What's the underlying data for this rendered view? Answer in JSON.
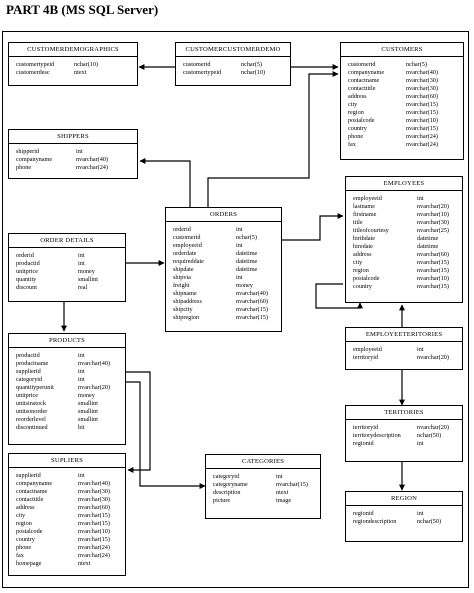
{
  "title": "PART 4B (MS SQL Server)",
  "tables": [
    {
      "key": "customerdemographics",
      "title": "CUSTOMERDEMOGRAPHICS",
      "fields": [
        [
          "customertypeid",
          "nchar(10)"
        ],
        [
          "customerdesc",
          "ntext"
        ]
      ]
    },
    {
      "key": "customercustomerdemo",
      "title": "CUSTOMERCUSTOMERDEMO",
      "fields": [
        [
          "customerid",
          "nchar(5)"
        ],
        [
          "customertypeid",
          "nchar(10)"
        ]
      ]
    },
    {
      "key": "customers",
      "title": "CUSTOMERS",
      "fields": [
        [
          "customerid",
          "nchar(5)"
        ],
        [
          "companyname",
          "nvarchar(40)"
        ],
        [
          "contactname",
          "nvarchar(30)"
        ],
        [
          "contacttitle",
          "nvarchar(30)"
        ],
        [
          "address",
          "nvarchar(60)"
        ],
        [
          "city",
          "nvarchar(15)"
        ],
        [
          "region",
          "nvarchar(15)"
        ],
        [
          "postalcode",
          "nvarchar(10)"
        ],
        [
          "country",
          "nvarchar(15)"
        ],
        [
          "phone",
          "nvarchar(24)"
        ],
        [
          "fax",
          "nvarchar(24)"
        ]
      ]
    },
    {
      "key": "shippers",
      "title": "SHIPPERS",
      "fields": [
        [
          "shipperid",
          "int"
        ],
        [
          "companyname",
          "nvarchar(40)"
        ],
        [
          "phone",
          "nvarchar(24)"
        ]
      ]
    },
    {
      "key": "employees",
      "title": "EMPLOYEES",
      "fields": [
        [
          "employeeid",
          "int"
        ],
        [
          "lastname",
          "nvarchar(20)"
        ],
        [
          "firstname",
          "nvarchar(10)"
        ],
        [
          "title",
          "nvarchar(30)"
        ],
        [
          "titleofcourtesy",
          "nvarchar(25)"
        ],
        [
          "birthdate",
          "datetime"
        ],
        [
          "hiredate",
          "datetime"
        ],
        [
          "address",
          "nvarchar(60)"
        ],
        [
          "city",
          "nvarchar(15)"
        ],
        [
          "region",
          "nvarchar(15)"
        ],
        [
          "postalcode",
          "nvarchar(10)"
        ],
        [
          "country",
          "nvarchar(15)"
        ]
      ]
    },
    {
      "key": "orders",
      "title": "ORDERS",
      "fields": [
        [
          "orderid",
          "int"
        ],
        [
          "customerid",
          "nchar(5)"
        ],
        [
          "employeeid",
          "int"
        ],
        [
          "orderdate",
          "datetime"
        ],
        [
          "requireddate",
          "datetime"
        ],
        [
          "shipdate",
          "datetime"
        ],
        [
          "shipvia",
          "int"
        ],
        [
          "freight",
          "money"
        ],
        [
          "shipname",
          "nvarchar(40)"
        ],
        [
          "shipaddress",
          "nvarchar(60)"
        ],
        [
          "shipcity",
          "nvarchar(15)"
        ],
        [
          "shipregion",
          "nvarchar(15)"
        ]
      ]
    },
    {
      "key": "orderdetails",
      "title": "ORDER DETAILS",
      "fields": [
        [
          "orderid",
          "int"
        ],
        [
          "productid",
          "int"
        ],
        [
          "unitprice",
          "money"
        ],
        [
          "quantity",
          "smallint"
        ],
        [
          "discount",
          "real"
        ]
      ]
    },
    {
      "key": "employeeterritories",
      "title": "EMPLOYEETERITORIES",
      "fields": [
        [
          "employeeid",
          "int"
        ],
        [
          "territoryid",
          "nvarchar(20)"
        ]
      ]
    },
    {
      "key": "products",
      "title": "PRODUCTS",
      "fields": [
        [
          "productid",
          "int"
        ],
        [
          "productname",
          "nvarchar(40)"
        ],
        [
          "supplierid",
          "int"
        ],
        [
          "categoryid",
          "int"
        ],
        [
          "quantityperunit",
          "nvarchar(20)"
        ],
        [
          "unitprice",
          "money"
        ],
        [
          "unitsinstock",
          "smallint"
        ],
        [
          "unitsonorder",
          "smallint"
        ],
        [
          "reorderlevel",
          "smallint"
        ],
        [
          "discontinued",
          "bit"
        ]
      ]
    },
    {
      "key": "territories",
      "title": "TERITORIES",
      "fields": [
        [
          "territoryid",
          "nvarchar(20)"
        ],
        [
          "territorydescription",
          "nchar(50)"
        ],
        [
          "regionid",
          "int"
        ]
      ]
    },
    {
      "key": "supliers",
      "title": "SUPLIERS",
      "fields": [
        [
          "supplierid",
          "int"
        ],
        [
          "companyname",
          "nvarchar(40)"
        ],
        [
          "contactname",
          "nvarchar(30)"
        ],
        [
          "contacttitle",
          "nvarchar(30)"
        ],
        [
          "address",
          "nvarchar(60)"
        ],
        [
          "city",
          "nvarchar(15)"
        ],
        [
          "region",
          "nvarchar(15)"
        ],
        [
          "postalcode",
          "nvarchar(10)"
        ],
        [
          "country",
          "nvarchar(15)"
        ],
        [
          "phone",
          "nvarchar(24)"
        ],
        [
          "fax",
          "nvarchar(24)"
        ],
        [
          "homepage",
          "ntext"
        ]
      ]
    },
    {
      "key": "categories",
      "title": "CATEGORIES",
      "fields": [
        [
          "categoryid",
          "int"
        ],
        [
          "categoryname",
          "nvarchar(15)"
        ],
        [
          "description",
          "ntext"
        ],
        [
          "picture",
          "image"
        ]
      ]
    },
    {
      "key": "region",
      "title": "REGION",
      "fields": [
        [
          "regionid",
          "int"
        ],
        [
          "regiondescription",
          "nchar(50)"
        ]
      ]
    }
  ]
}
